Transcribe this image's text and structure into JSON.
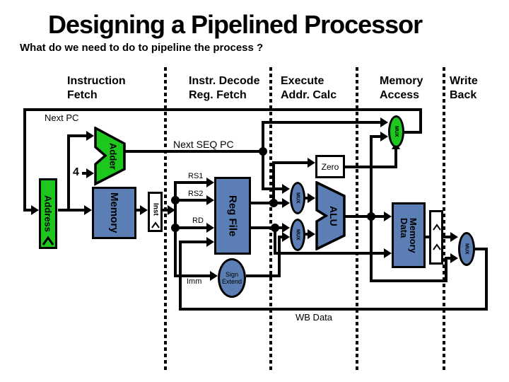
{
  "title": "Designing a Pipelined Processor",
  "subtitle": "What do we need to do to pipeline the process ?",
  "stages": [
    {
      "line1": "Instruction",
      "line2": "Fetch"
    },
    {
      "line1": "Instr. Decode",
      "line2": "Reg. Fetch"
    },
    {
      "line1": "Execute",
      "line2": "Addr. Calc"
    },
    {
      "line1": "Memory",
      "line2": "Access"
    },
    {
      "line1": "Write",
      "line2": "Back"
    }
  ],
  "labels": {
    "next_pc": "Next PC",
    "next_seq_pc": "Next SEQ PC",
    "four": "4",
    "rs1": "RS1",
    "rs2": "RS2",
    "rd": "RD",
    "imm": "Imm",
    "wb_data": "WB Data"
  },
  "components": {
    "address": "Address",
    "adder": "Adder",
    "memory": "Memory",
    "inst": "Inst",
    "reg_file": "Reg File",
    "alu": "ALU",
    "zero": "Zero",
    "mux": "MUX",
    "sign_extend": {
      "line1": "Sign",
      "line2": "Extend"
    },
    "data_memory": {
      "line1": "Data",
      "line2": "Memory"
    }
  },
  "colors": {
    "green": "#1dc71d",
    "blue": "#5b7fb5",
    "wire": "#000000"
  }
}
